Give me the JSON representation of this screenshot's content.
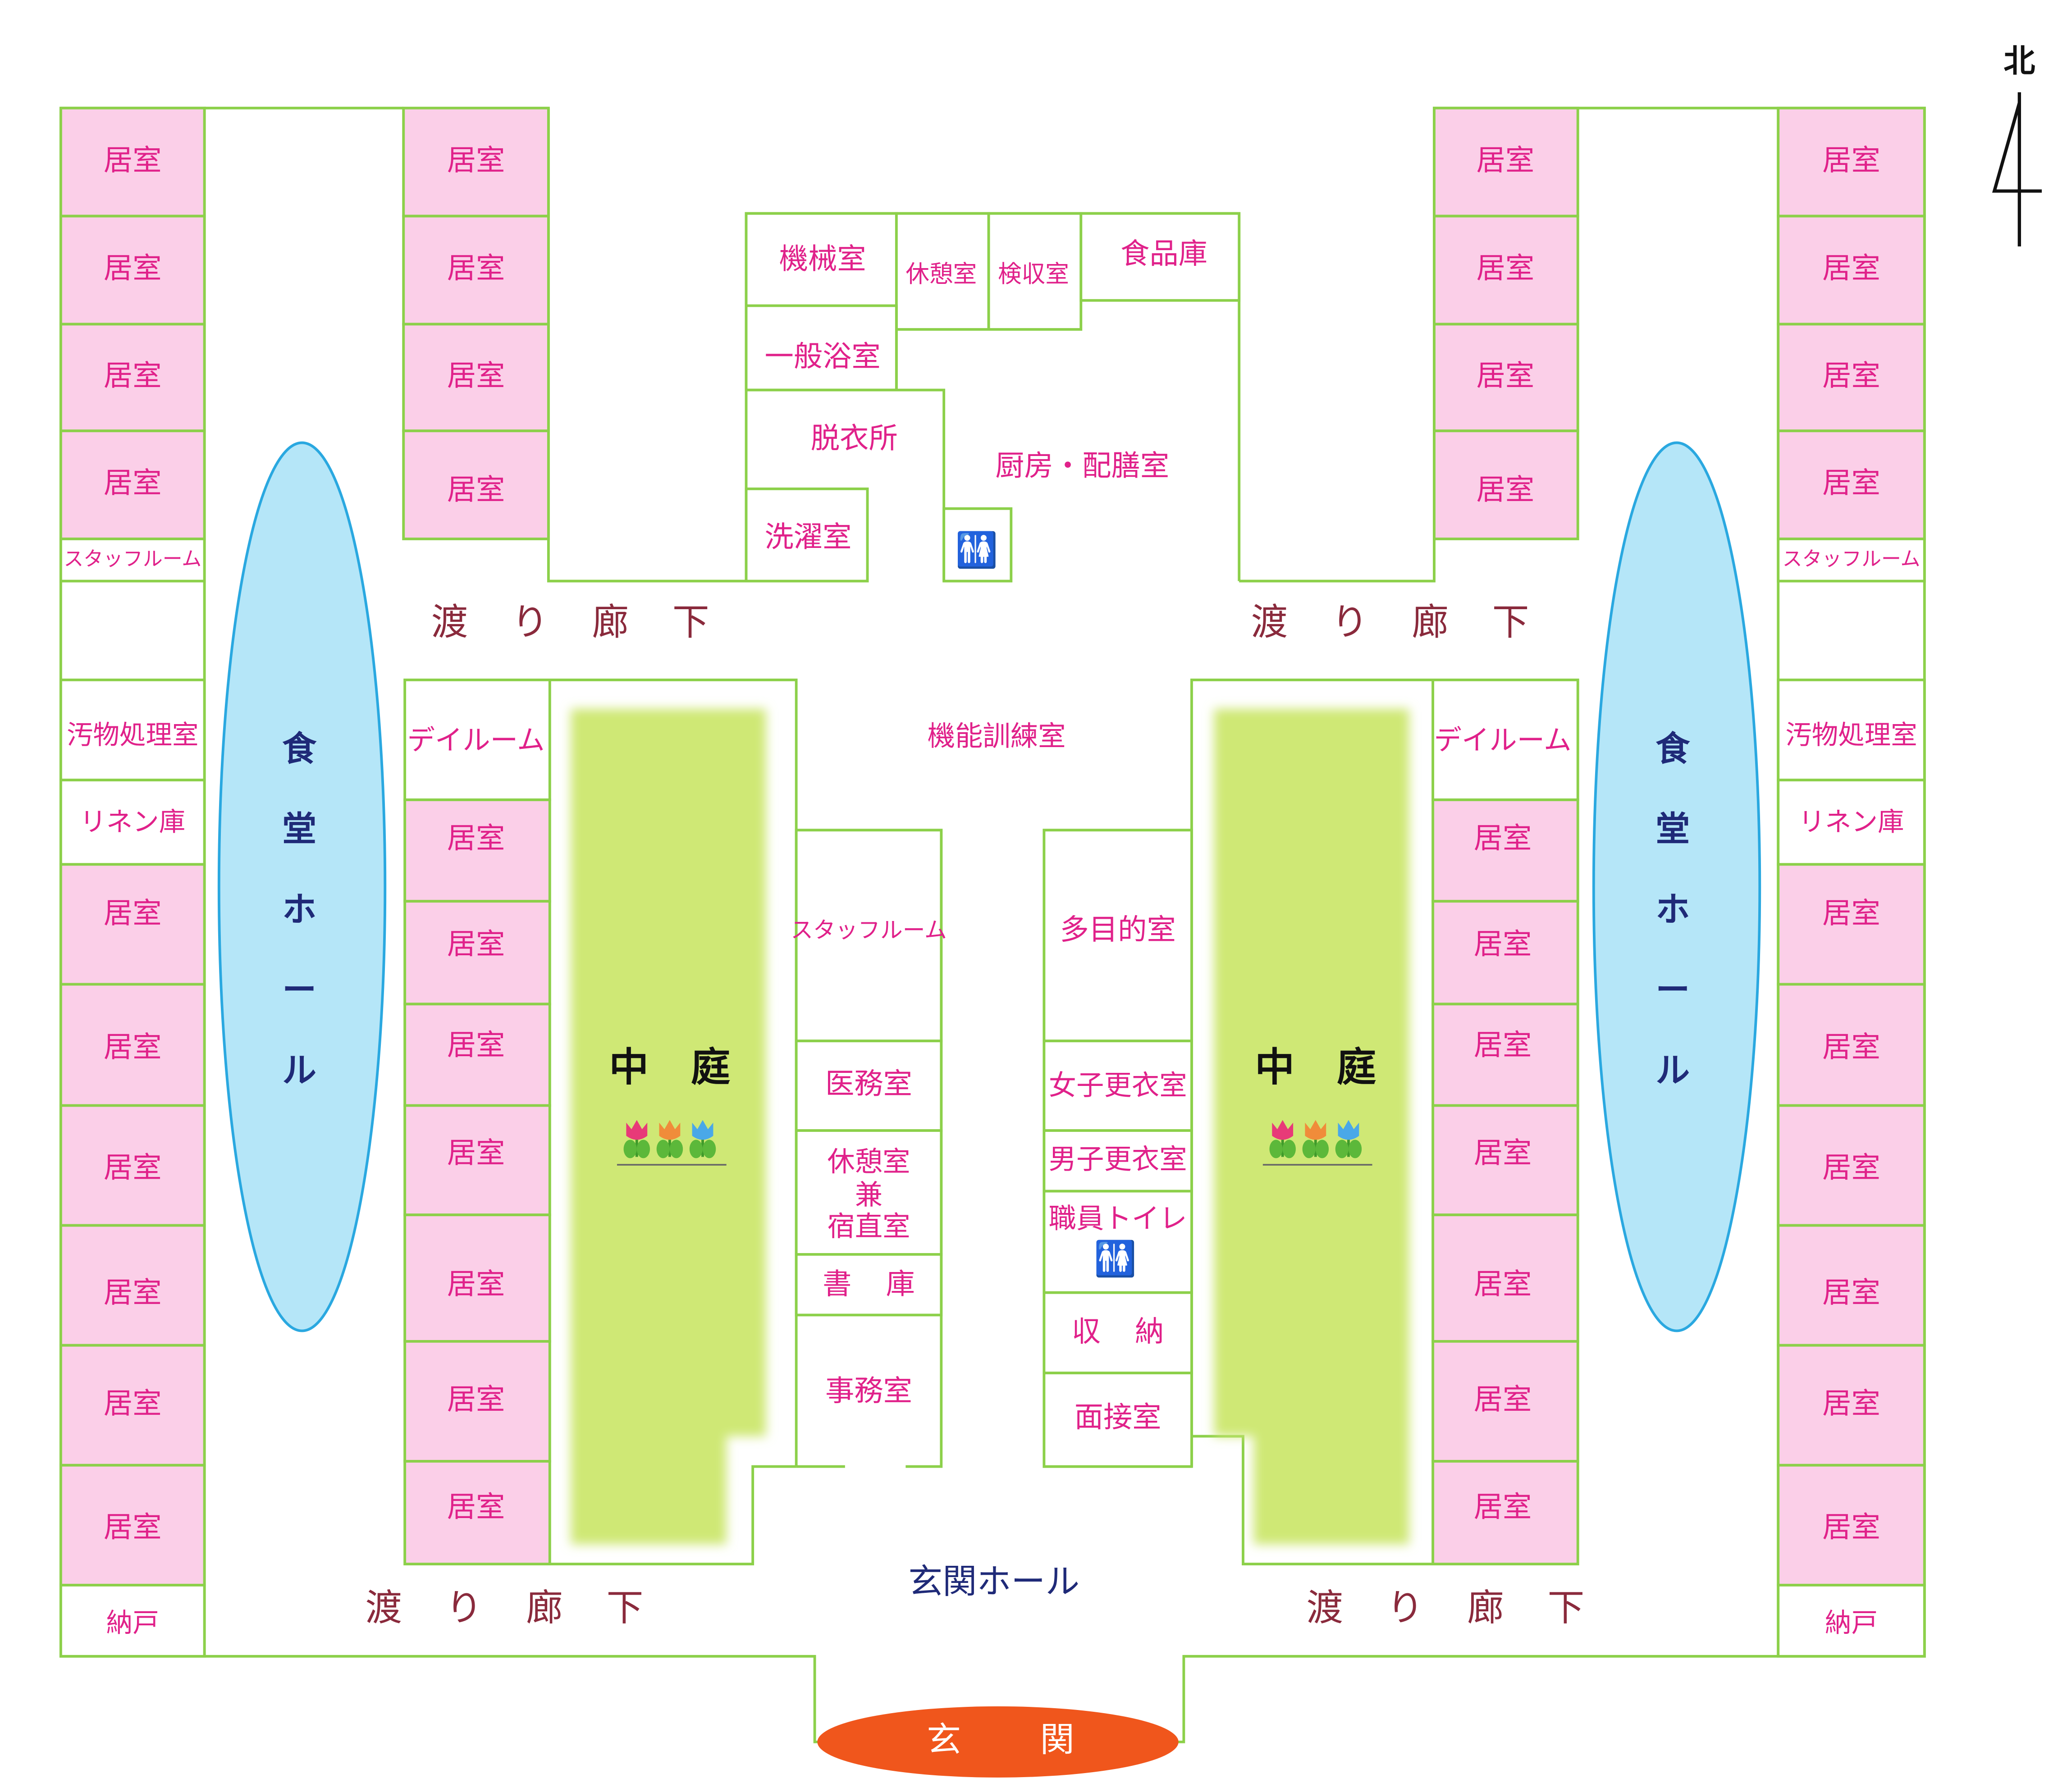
{
  "colors": {
    "wall": "#8cd04a",
    "room_pink": "#fbcfe8",
    "text_pink": "#e0218a",
    "text_maroon": "#8a2a3c",
    "text_navy": "#1f2a78",
    "hall_blue": "#b5e6f8",
    "hall_border": "#2aa8e0",
    "courtyard": "#cfe874",
    "entrance": "#f0561c"
  },
  "compass": {
    "north_label": "北"
  },
  "labels": {
    "kyoshitsu": "居室",
    "staff_room": "スタッフルーム",
    "dayroom": "デイルーム",
    "osenbutsu": "汚物処理室",
    "linen": "リネン庫",
    "nando": "納戸",
    "dining_chars": [
      "食",
      "堂",
      "ホ",
      "ー",
      "ル"
    ],
    "corridor_chars": [
      "渡",
      "り",
      "廊",
      "下"
    ],
    "courtyard": [
      "中",
      "庭"
    ],
    "kikai": "機械室",
    "kyukei": "休憩室",
    "kenshu": "検収室",
    "shokuhin": "食品庫",
    "ippan_yoku": "一般浴室",
    "datsui": "脱衣所",
    "chubo": "厨房・配膳室",
    "sentaku": "洗濯室",
    "kino_kunren": "機能訓練室",
    "staff_room_center": "スタッフルーム",
    "imu": "医務室",
    "kyukei_kensh_1": "休憩室",
    "kyukei_kensh_2": "兼",
    "kyukei_kensh_3": "宿直室",
    "shoko": [
      "書",
      "庫"
    ],
    "jimu": "事務室",
    "tamokuteki": "多目的室",
    "joshi_koui": "女子更衣室",
    "danshi_koui": "男子更衣室",
    "shokuin_toilet": "職員トイレ",
    "shuno": [
      "収",
      "納"
    ],
    "mensetsu": "面接室",
    "genkan_hall": "玄関ホール",
    "genkan": [
      "玄",
      "関"
    ]
  }
}
